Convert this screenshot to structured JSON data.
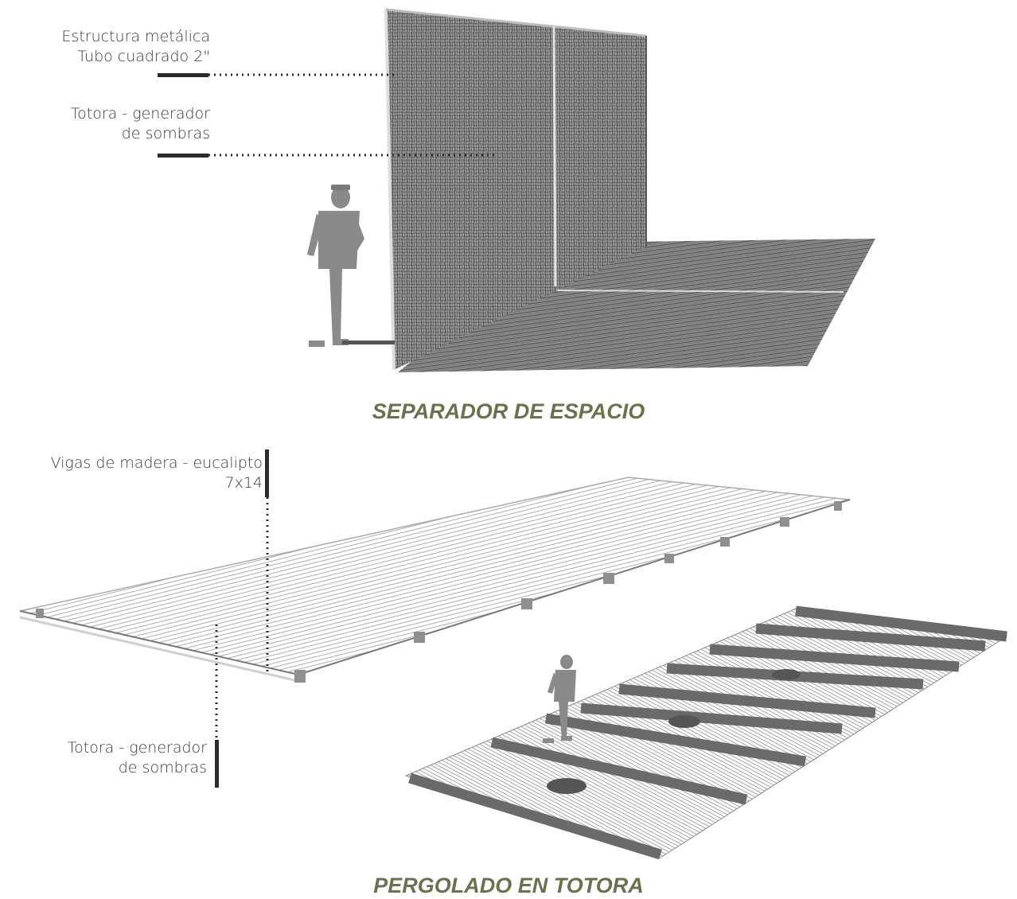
{
  "colors": {
    "title": "#6e6f4e",
    "label_text": "#3a3a3a",
    "leader": "#2b2b2b",
    "wall_fill": "#8d8d8d",
    "hatch": "#4a4a4a",
    "figure": "#8a8a8a"
  },
  "top": {
    "labels": [
      {
        "line1": "Estructura metálica",
        "line2": "Tubo cuadrado 2\""
      },
      {
        "line1": "Totora - generador",
        "line2": "de sombras"
      }
    ],
    "title": "SEPARADOR DE ESPACIO"
  },
  "bottom": {
    "labels": [
      {
        "line1": "Vigas de madera - eucalipto",
        "line2": "7x14"
      },
      {
        "line1": "Totora - generador",
        "line2": "de sombras"
      }
    ],
    "title": "PERGOLADO EN TOTORA"
  }
}
